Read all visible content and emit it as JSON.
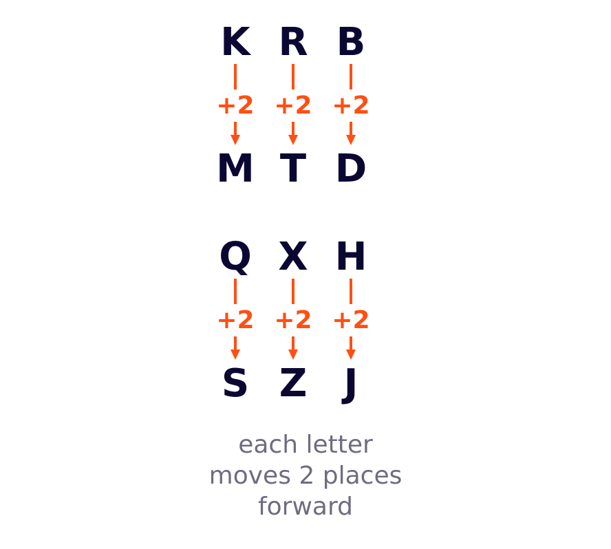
{
  "colors": {
    "letter": "#0b0733",
    "arrow": "#ff4f12",
    "caption": "#6f6c80"
  },
  "groups": [
    {
      "columns": [
        {
          "source": "K",
          "shift": "+2",
          "target": "M"
        },
        {
          "source": "R",
          "shift": "+2",
          "target": "T"
        },
        {
          "source": "B",
          "shift": "+2",
          "target": "D"
        }
      ]
    },
    {
      "columns": [
        {
          "source": "Q",
          "shift": "+2",
          "target": "S"
        },
        {
          "source": "X",
          "shift": "+2",
          "target": "Z"
        },
        {
          "source": "H",
          "shift": "+2",
          "target": "J"
        }
      ]
    }
  ],
  "caption": {
    "line1": "each letter",
    "line2": "moves 2 places",
    "line3": "forward"
  }
}
